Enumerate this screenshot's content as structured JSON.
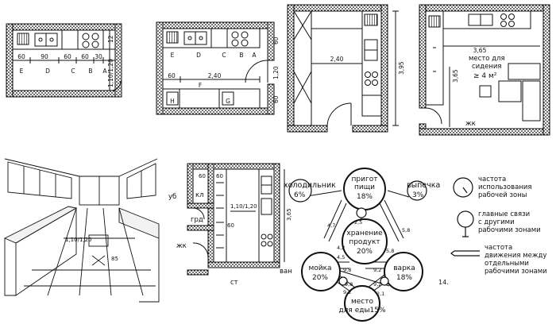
{
  "plan1": {
    "dims_top": [
      "60",
      "90",
      "60",
      "60",
      "30"
    ],
    "letters": [
      "E",
      "D",
      "C",
      "B",
      "A"
    ],
    "side_dim": "1,10/1,20",
    "side_small": "12"
  },
  "plan2": {
    "letters": [
      "E",
      "D",
      "C",
      "B",
      "A"
    ],
    "left_dim": "60",
    "width_dim": "2,40",
    "bottom_letters": [
      "H",
      "F",
      "G"
    ],
    "right_dims": [
      "60",
      "1,20",
      "60"
    ]
  },
  "plan3": {
    "width_dim": "2,40",
    "depth_dim": "3,95"
  },
  "plan4": {
    "width_dim": "3,65",
    "depth_dim": "3,65",
    "seat_label_1": "место для",
    "seat_label_2": "сидения",
    "seat_area": "≥ 4 м²",
    "corridor": "жк"
  },
  "perspective": {
    "dim1": "1,10/1,20",
    "dim2": "85"
  },
  "plan5": {
    "rooms": {
      "ub": "уб",
      "kl": "кл",
      "grd": "грд",
      "zhk": "жк",
      "van": "ван",
      "st": "ст"
    },
    "dims": [
      "60",
      "60",
      "1,10/1,20",
      "60",
      "3,65"
    ]
  },
  "diagram": {
    "nodes": {
      "fridge_name": "холодильник",
      "fridge_pct": "6%",
      "prep_name_1": "пригот",
      "prep_name_2": "пищи",
      "prep_pct": "18%",
      "baking_name": "выпечка",
      "baking_pct": "3%",
      "storage_name_1": "хранение",
      "storage_name_2": "продукт",
      "storage_pct": "20%",
      "sink_name": "мойка",
      "sink_pct": "20%",
      "cooking_name": "варка",
      "cooking_pct": "18%",
      "eating_name_1": "место",
      "eating_name_2": "для еды15%"
    },
    "edge_values": [
      "4,7",
      "5,8",
      "2,5",
      "4,2",
      "4,5",
      "5,8",
      "9,8",
      "9,2",
      "9,8",
      "9,2",
      "9,2",
      "2,1"
    ],
    "figure_number": "14."
  },
  "legend": [
    {
      "line1": "частота",
      "line2": "использования",
      "line3": "рабочей зоны"
    },
    {
      "line1": "главные связи",
      "line2": "с другими",
      "line3": "рабочими зонами"
    },
    {
      "line1": "частота",
      "line2": "движения между",
      "line3": "отдельными",
      "line4": "рабочими зонами"
    }
  ]
}
